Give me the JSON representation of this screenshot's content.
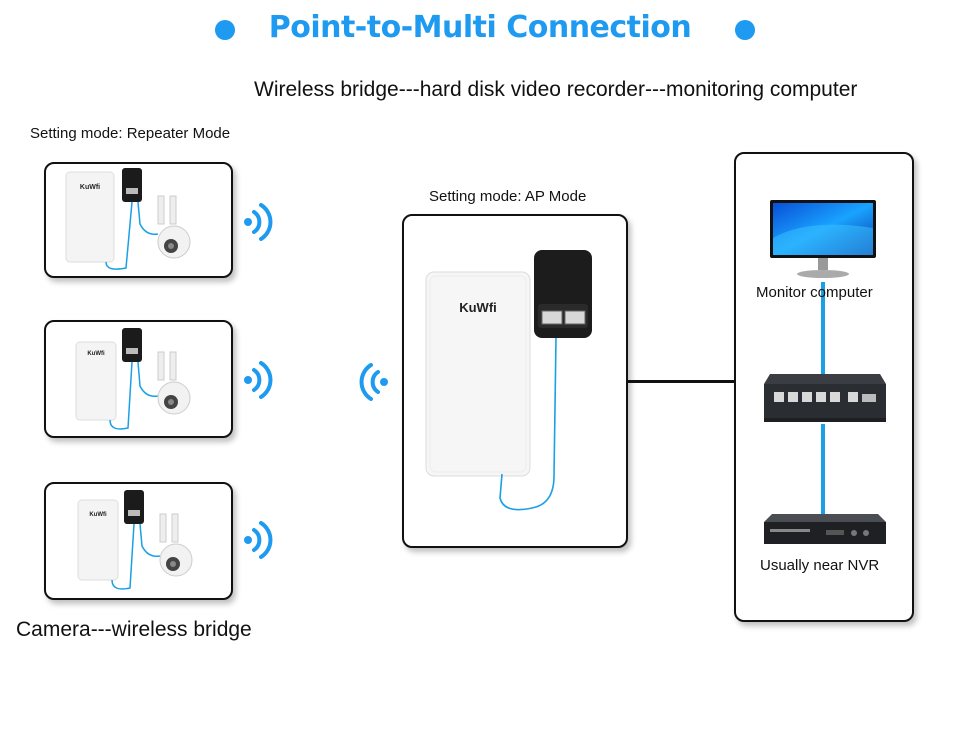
{
  "title": "Point-to-Multi Connection",
  "subtitle": "Wireless bridge---hard disk video recorder---monitoring computer",
  "left": {
    "mode_label": "Setting mode: Repeater Mode",
    "caption": "Camera---wireless bridge",
    "device_brand": "KuWfi"
  },
  "center": {
    "mode_label": "Setting mode: AP Mode",
    "device_brand": "KuWfi"
  },
  "right": {
    "monitor_label": "Monitor computer",
    "nvr_label": "Usually near NVR"
  },
  "colors": {
    "accent": "#1e9bf0",
    "cable": "#1aa0e6",
    "border": "#111111"
  }
}
